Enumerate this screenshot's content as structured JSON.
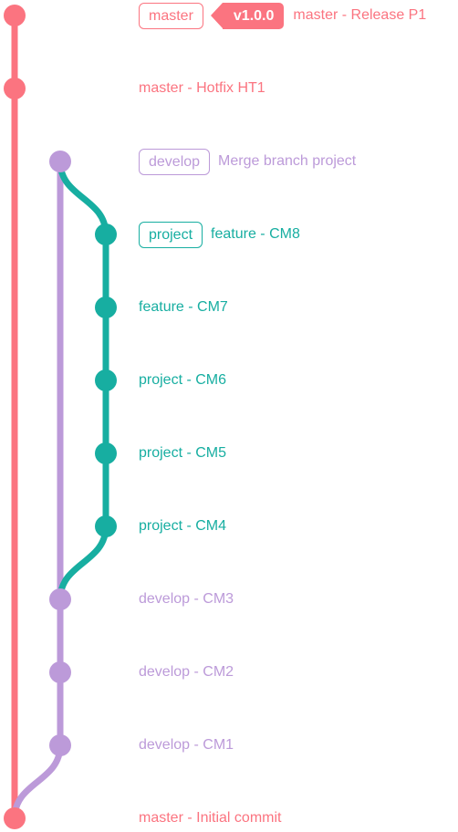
{
  "colors": {
    "master": "#fb7480",
    "develop": "#bc9ad9",
    "project": "#17aea1"
  },
  "branches": [
    {
      "name": "master",
      "color": "#fb7480"
    },
    {
      "name": "develop",
      "color": "#bc9ad9"
    },
    {
      "name": "project",
      "color": "#17aea1"
    }
  ],
  "commits": [
    {
      "id": "c1",
      "branch": "master",
      "message": "master - Release P1",
      "badge": "master",
      "tag": "v1.0.0"
    },
    {
      "id": "c2",
      "branch": "master",
      "message": "master - Hotfix HT1"
    },
    {
      "id": "c3",
      "branch": "develop",
      "message": "Merge branch project",
      "badge": "develop"
    },
    {
      "id": "c4",
      "branch": "project",
      "message": "feature - CM8",
      "badge": "project"
    },
    {
      "id": "c5",
      "branch": "project",
      "message": "feature - CM7"
    },
    {
      "id": "c6",
      "branch": "project",
      "message": "project - CM6"
    },
    {
      "id": "c7",
      "branch": "project",
      "message": "project - CM5"
    },
    {
      "id": "c8",
      "branch": "project",
      "message": "project - CM4"
    },
    {
      "id": "c9",
      "branch": "develop",
      "message": "develop - CM3"
    },
    {
      "id": "c10",
      "branch": "develop",
      "message": "develop - CM2"
    },
    {
      "id": "c11",
      "branch": "develop",
      "message": "develop - CM1"
    },
    {
      "id": "c12",
      "branch": "master",
      "message": "master - Initial commit"
    }
  ]
}
